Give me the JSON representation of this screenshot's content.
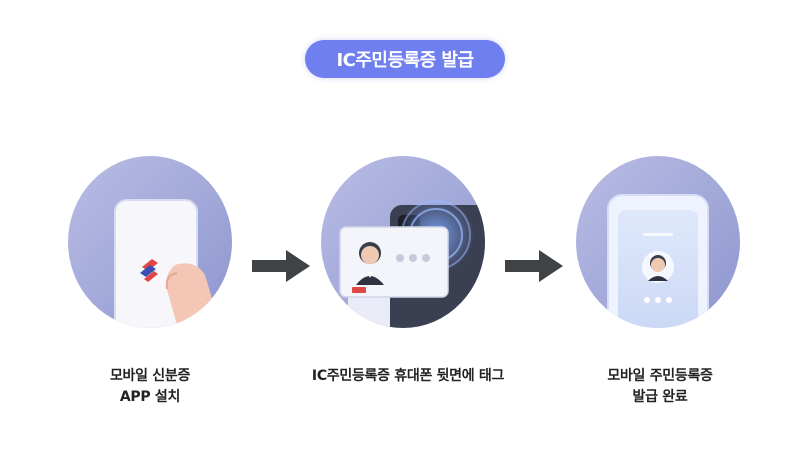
{
  "title": "IC주민등록증 발급",
  "steps": [
    {
      "line1": "모바일 신분증",
      "line2": "APP 설치"
    },
    {
      "line1": "IC주민등록증 휴대폰 뒷면에 태그",
      "line2": ""
    },
    {
      "line1": "모바일 주민등록증",
      "line2": "발급 완료"
    }
  ],
  "colors": {
    "accent": "#6f7ff0",
    "circle": "#a9b0da",
    "arrow": "#3f4346"
  }
}
